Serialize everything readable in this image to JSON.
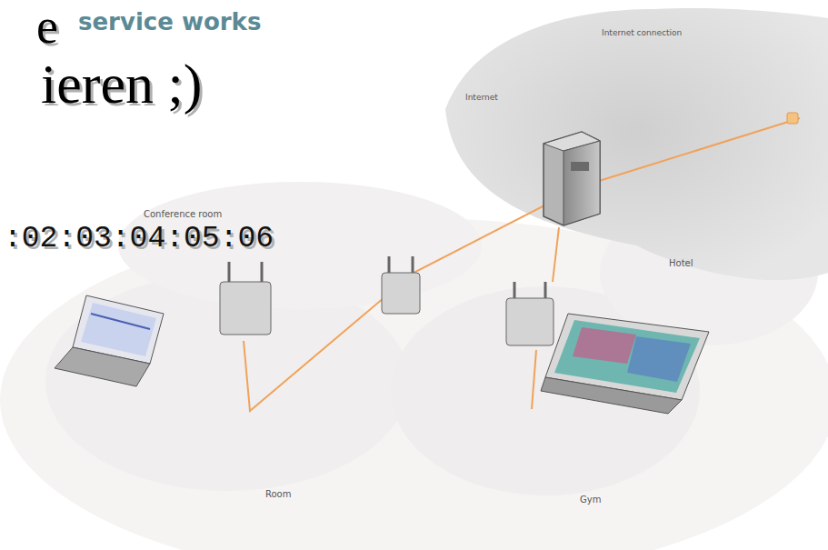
{
  "diagram": {
    "labels": [
      "e",
      "service works",
      "ieren ;)",
      ":02:03:04:05:06",
      "Internet",
      "Internet connection",
      "Conference room",
      "Hotel",
      "Room",
      "Gym"
    ]
  }
}
